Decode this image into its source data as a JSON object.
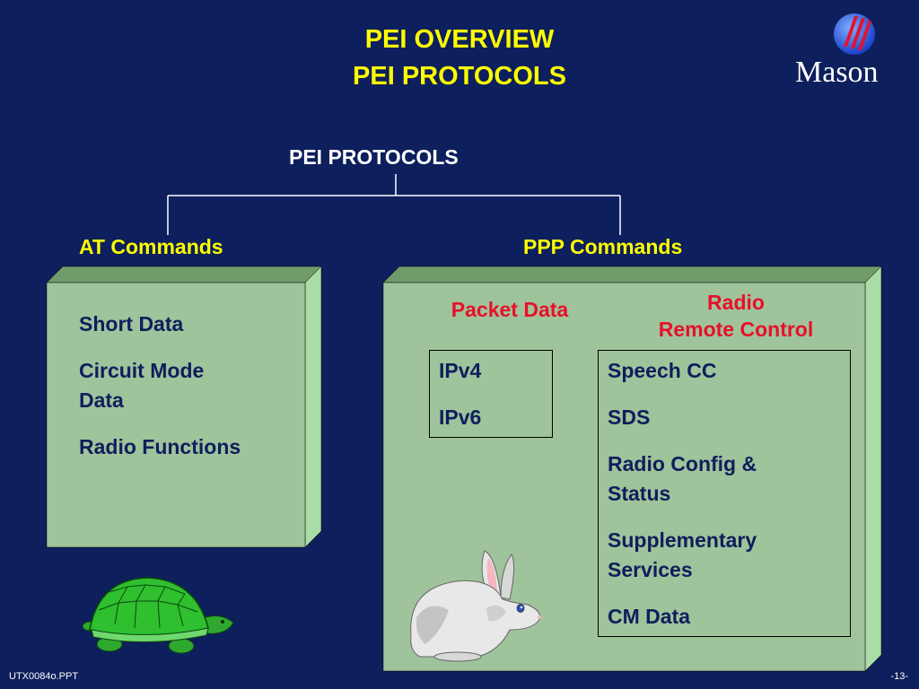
{
  "slide": {
    "title_line1": "PEI OVERVIEW",
    "title_line2": "PEI PROTOCOLS"
  },
  "logo": {
    "text": "Mason"
  },
  "tree": {
    "root": "PEI PROTOCOLS",
    "left": "AT Commands",
    "right": "PPP Commands"
  },
  "left_box": {
    "items": [
      "Short Data",
      "Circuit Mode\nData",
      "Radio Functions"
    ]
  },
  "right_box": {
    "packet_heading": "Packet Data",
    "radio_heading_line1": "Radio",
    "radio_heading_line2": "Remote Control",
    "packet_items": [
      "IPv4",
      "IPv6"
    ],
    "radio_items": [
      "Speech CC",
      "SDS",
      "Radio Config &\nStatus",
      "Supplementary\nServices",
      "CM Data"
    ]
  },
  "footer": {
    "left": "UTX0084o.PPT",
    "right": "-13-"
  },
  "colors": {
    "background": "#0d1f5c",
    "title": "#ffff00",
    "box_face": "#9fc39b",
    "box_top": "#6f9b6b",
    "box_side": "#a9dca6",
    "red": "#e8102a"
  }
}
